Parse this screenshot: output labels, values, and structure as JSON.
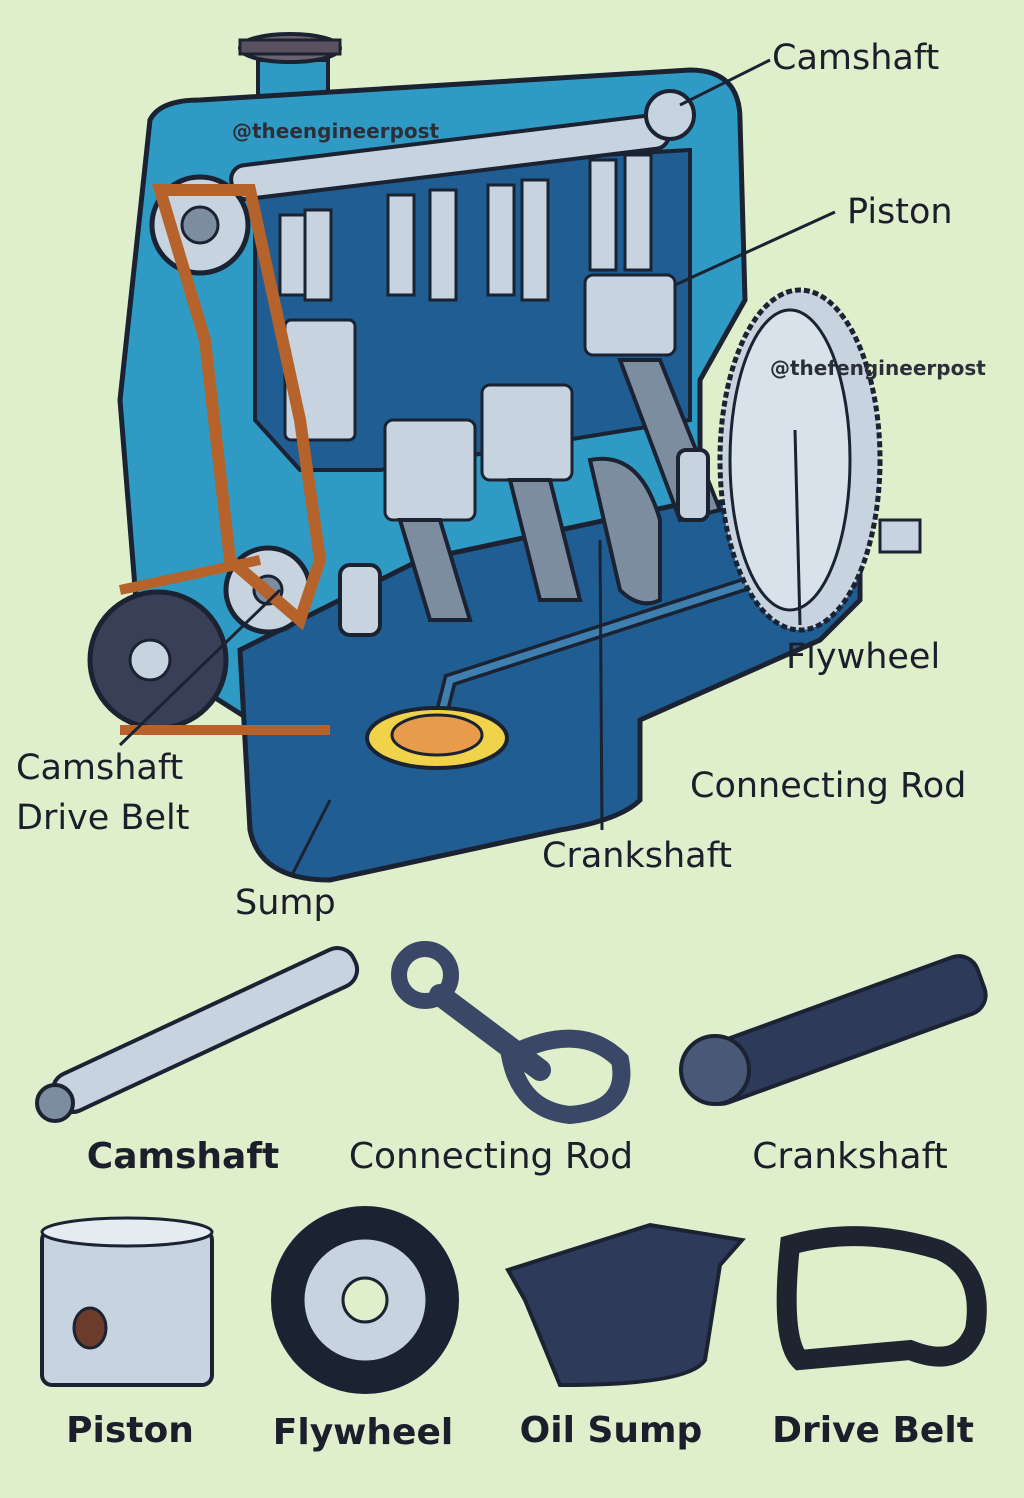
{
  "watermarks": [
    "@theengineerpost",
    "@thefengineerpost"
  ],
  "callouts": {
    "camshaft": "Camshaft",
    "piston": "Piston",
    "flywheel": "Flywheel",
    "connecting_rod": "Connecting Rod",
    "crankshaft": "Crankshaft",
    "camshaft_drive_belt": [
      "Camshaft",
      "Drive Belt"
    ],
    "sump": "Sump"
  },
  "parts_row1": [
    "Camshaft",
    "Connecting Rod",
    "Crankshaft"
  ],
  "parts_row2": [
    "Piston",
    "Flywheel",
    "Oil Sump",
    "Drive Belt"
  ],
  "colors": {
    "background": "#dfeecb",
    "engine_block": "#2f9bc4",
    "sump": "#1f5d92",
    "belt": "#b5632b",
    "metal": "#c7d3de",
    "dark": "#1b2232"
  }
}
